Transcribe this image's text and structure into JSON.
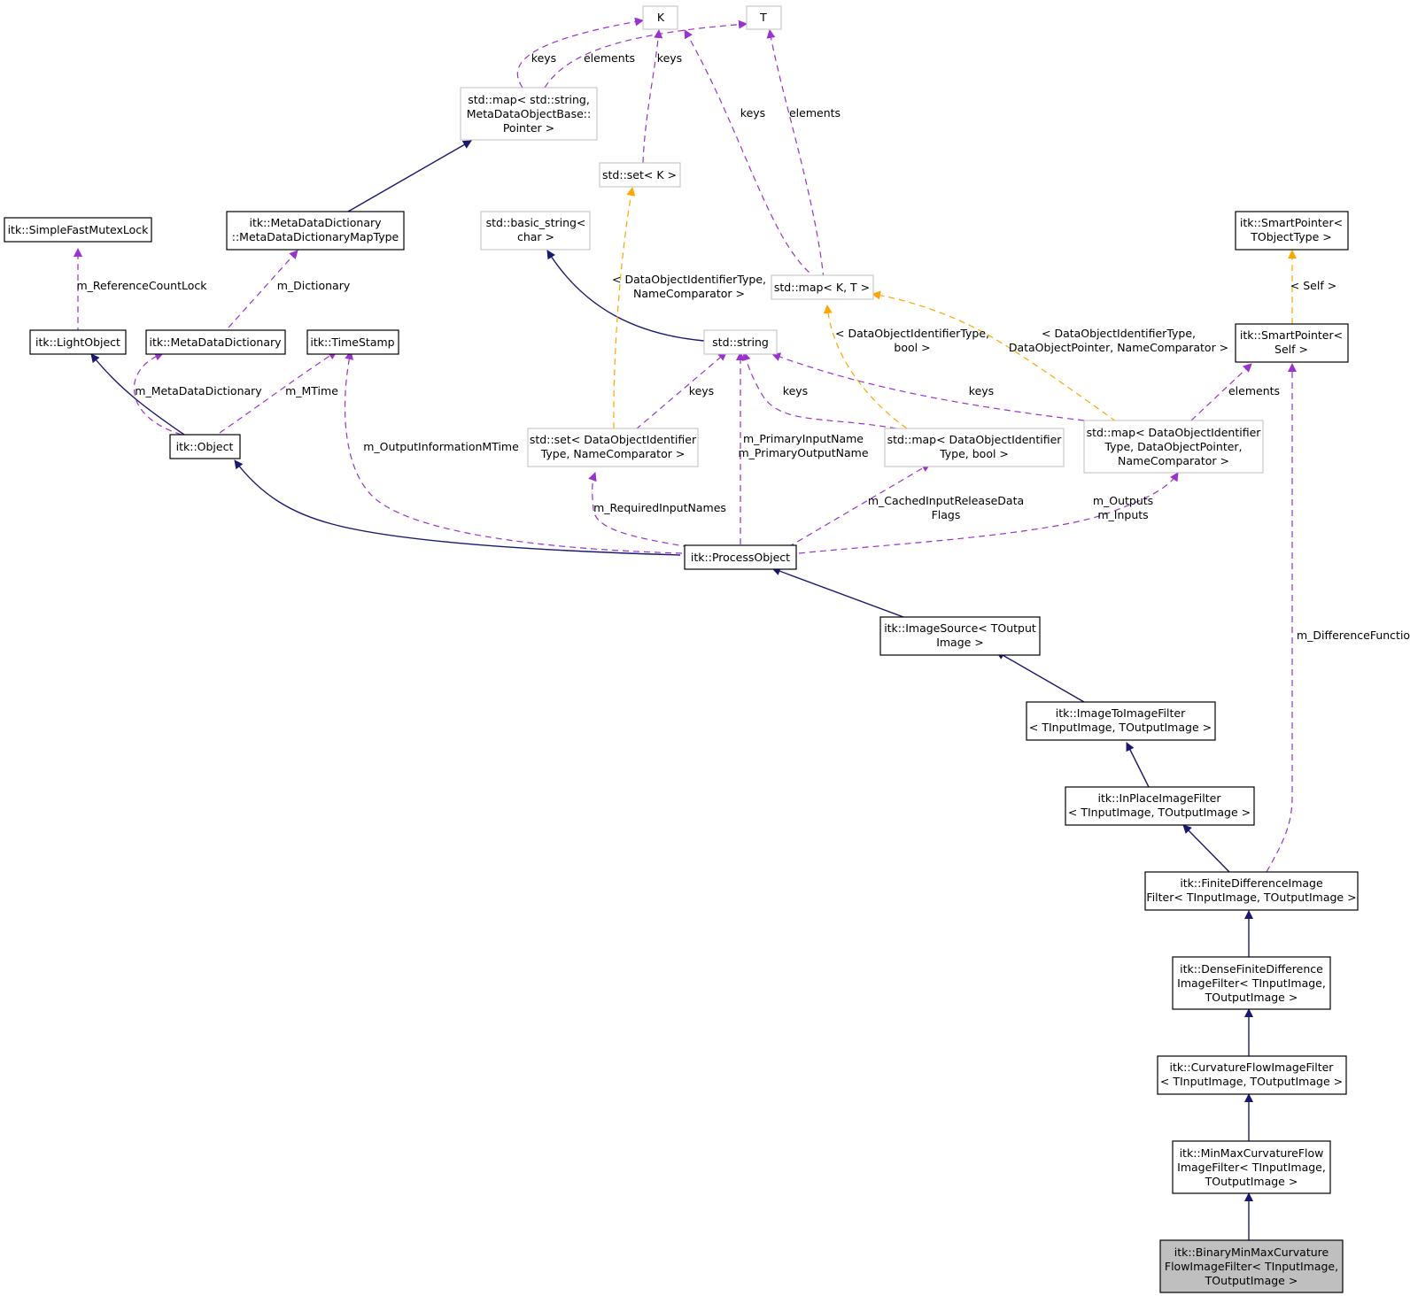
{
  "diagram": {
    "nodes": {
      "K": {
        "lines": [
          "K"
        ]
      },
      "T": {
        "lines": [
          "T"
        ]
      },
      "map_string_meta": {
        "lines": [
          "std::map< std::string,",
          "MetaDataObjectBase::",
          "Pointer >"
        ]
      },
      "set_K": {
        "lines": [
          "std::set< K >"
        ]
      },
      "simple_mutex": {
        "lines": [
          "itk::SimpleFastMutexLock"
        ]
      },
      "meta_map_type": {
        "lines": [
          "itk::MetaDataDictionary",
          "::MetaDataDictionaryMapType"
        ]
      },
      "basic_string": {
        "lines": [
          "std::basic_string<",
          "char >"
        ]
      },
      "map_KT": {
        "lines": [
          "std::map< K, T >"
        ]
      },
      "smart_tobj": {
        "lines": [
          "itk::SmartPointer<",
          "TObjectType >"
        ]
      },
      "light_object": {
        "lines": [
          "itk::LightObject"
        ]
      },
      "meta_dict": {
        "lines": [
          "itk::MetaDataDictionary"
        ]
      },
      "timestamp": {
        "lines": [
          "itk::TimeStamp"
        ]
      },
      "std_string": {
        "lines": [
          "std::string"
        ]
      },
      "smart_self": {
        "lines": [
          "itk::SmartPointer<",
          "Self >"
        ]
      },
      "object": {
        "lines": [
          "itk::Object"
        ]
      },
      "set_doid": {
        "lines": [
          "std::set< DataObjectIdentifier",
          "Type, NameComparator >"
        ]
      },
      "map_doid_bool": {
        "lines": [
          "std::map< DataObjectIdentifier",
          "Type, bool >"
        ]
      },
      "map_doid_ptr": {
        "lines": [
          "std::map< DataObjectIdentifier",
          "Type, DataObjectPointer,",
          "NameComparator >"
        ]
      },
      "process_object": {
        "lines": [
          "itk::ProcessObject"
        ]
      },
      "image_source": {
        "lines": [
          "itk::ImageSource< TOutput",
          "Image >"
        ]
      },
      "img_to_img": {
        "lines": [
          "itk::ImageToImageFilter",
          "< TInputImage, TOutputImage >"
        ]
      },
      "inplace": {
        "lines": [
          "itk::InPlaceImageFilter",
          "< TInputImage, TOutputImage >"
        ]
      },
      "finite_diff": {
        "lines": [
          "itk::FiniteDifferenceImage",
          "Filter< TInputImage, TOutputImage >"
        ]
      },
      "dense_fd": {
        "lines": [
          "itk::DenseFiniteDifference",
          "ImageFilter< TInputImage,",
          "TOutputImage >"
        ]
      },
      "curvature": {
        "lines": [
          "itk::CurvatureFlowImageFilter",
          "< TInputImage, TOutputImage >"
        ]
      },
      "minmax": {
        "lines": [
          "itk::MinMaxCurvatureFlow",
          "ImageFilter< TInputImage,",
          "TOutputImage >"
        ]
      },
      "binary_minmax": {
        "lines": [
          "itk::BinaryMinMaxCurvature",
          "FlowImageFilter< TInputImage,",
          "TOutputImage >"
        ]
      }
    },
    "edge_labels": {
      "keys_left": {
        "lines": [
          "keys"
        ]
      },
      "elements_left": {
        "lines": [
          "elements"
        ]
      },
      "keys_setK": {
        "lines": [
          "keys"
        ]
      },
      "keys_mapKT": {
        "lines": [
          "keys"
        ]
      },
      "elements_mapKT": {
        "lines": [
          "elements"
        ]
      },
      "ref_count_lock": {
        "lines": [
          "m_ReferenceCountLock"
        ]
      },
      "m_dictionary": {
        "lines": [
          "m_Dictionary"
        ]
      },
      "tmpl_set": {
        "lines": [
          "< DataObjectIdentifierType,",
          "NameComparator >"
        ]
      },
      "tmpl_bool": {
        "lines": [
          "< DataObjectIdentifierType,",
          "bool >"
        ]
      },
      "tmpl_ptr": {
        "lines": [
          "< DataObjectIdentifierType,",
          "DataObjectPointer, NameComparator >"
        ]
      },
      "tmpl_self": {
        "lines": [
          "< Self >"
        ]
      },
      "m_metadatadictionary": {
        "lines": [
          "m_MetaDataDictionary"
        ]
      },
      "m_mtime": {
        "lines": [
          "m_MTime"
        ]
      },
      "keys_set_doid": {
        "lines": [
          "keys"
        ]
      },
      "keys_map_bool": {
        "lines": [
          "keys"
        ]
      },
      "keys_map_ptr": {
        "lines": [
          "keys"
        ]
      },
      "elements_smart": {
        "lines": [
          "elements"
        ]
      },
      "m_outputinfo": {
        "lines": [
          "m_OutputInformationMTime"
        ]
      },
      "m_primary": {
        "lines": [
          "m_PrimaryInputName",
          "m_PrimaryOutputName"
        ]
      },
      "m_required": {
        "lines": [
          "m_RequiredInputNames"
        ]
      },
      "m_cached": {
        "lines": [
          "m_CachedInputReleaseData",
          "Flags"
        ]
      },
      "m_outputs": {
        "lines": [
          "m_Outputs",
          "m_Inputs"
        ]
      },
      "m_difference": {
        "lines": [
          "m_DifferenceFunction"
        ]
      }
    },
    "colors": {
      "inheritance": "#191970",
      "usage": "#9a32cd",
      "template": "#ffa500",
      "current_node": "#bfbfbf"
    }
  }
}
